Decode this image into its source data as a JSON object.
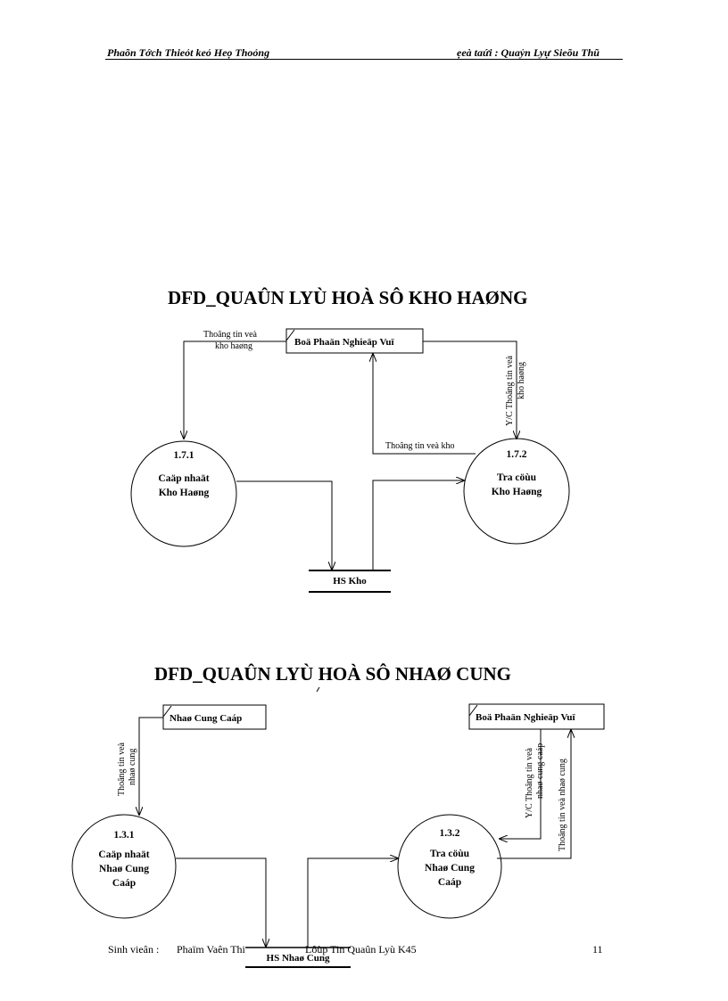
{
  "header": {
    "left": "Phaõn Tớch Thieỏt keỏ Heọ Thoỏng",
    "right": "ẹeà taứi : Quaỷn Lyự Sieõu Thũ"
  },
  "diagram1": {
    "title": "DFD_QUAÛN LYÙ HOÀ SÔ KHO HAØNG",
    "entity": "Boä Phaän Nghieäp Vuï",
    "process1": {
      "id": "1.7.1",
      "line1": "Caäp nhaät",
      "line2": "Kho Haøng"
    },
    "process2": {
      "id": "1.7.2",
      "line1": "Tra cöùu",
      "line2": "Kho Haøng"
    },
    "store": "HS  Kho",
    "store_mark": "--",
    "flow_entity_to_p1": {
      "line1": "Thoâng tin veà",
      "line2": "kho haøng"
    },
    "flow_p2_to_entity": "Thoâng tin veà kho",
    "flow_entity_to_p2": {
      "line1": "Y/C Thoâng tin veà",
      "line2": "kho haøng"
    }
  },
  "diagram2": {
    "title": "DFD_QUAÛN LYÙ HOÀ SÔ NHAØ CUNG",
    "entity1": "Nhaø  Cung  Caáp",
    "entity2": "Boä Phaän Nghieäp  Vuï",
    "process1": {
      "id": "1.3.1",
      "line1": "Caäp  nhaät",
      "line2": "Nhaø  Cung",
      "line3": "Caáp"
    },
    "process2": {
      "id": "1.3.2",
      "line1": "Tra cöùu",
      "line2": "Nhaø  Cung",
      "line3": "Caáp"
    },
    "store": "HS Nhaø  Cung",
    "flow_e1_to_p1": {
      "line1": "Thoâng tin veà",
      "line2": "nhaø cung"
    },
    "flow_e2_to_p2": {
      "line1": "Y/C Thoâng tin veà",
      "line2": "nhaø cung caáp"
    },
    "flow_p2_to_e2": "Thoâng tin veà nhaø cung"
  },
  "footer": {
    "student_label": "Sinh vieân :",
    "student_name": "Phaïm Vaên  Thi",
    "class": "Lôùp Tin Quaûn Lyù K45",
    "page_number": "11"
  }
}
